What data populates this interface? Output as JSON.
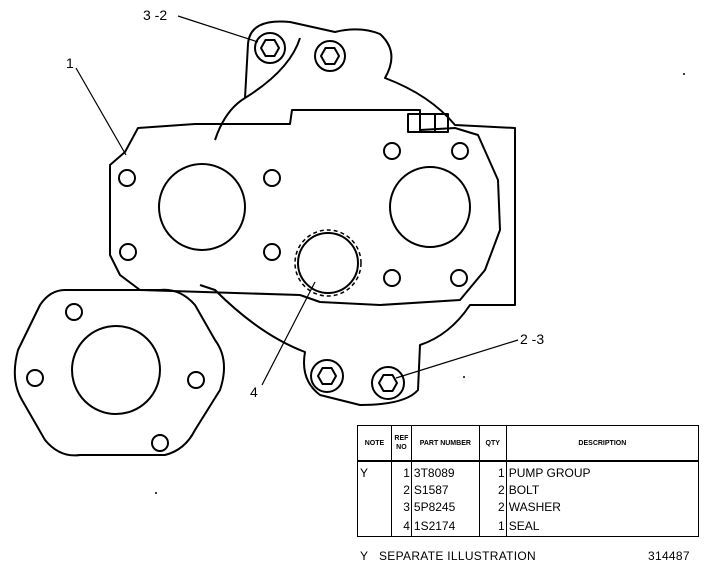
{
  "callouts": {
    "c_3_2": "3 -2",
    "c_1": "1",
    "c_2_3": "2 -3",
    "c_4": "4"
  },
  "table": {
    "headers": {
      "note": "NOTE",
      "ref_no": "REF NO",
      "part_number": "PART NUMBER",
      "qty": "QTY",
      "description": "DESCRIPTION"
    },
    "rows": [
      {
        "note": "Y",
        "ref": "1",
        "part": "3T8089",
        "qty": "1",
        "desc": "PUMP GROUP"
      },
      {
        "note": "",
        "ref": "2",
        "part": "S1587",
        "qty": "2",
        "desc": "BOLT"
      },
      {
        "note": "",
        "ref": "3",
        "part": "5P8245",
        "qty": "2",
        "desc": "WASHER"
      },
      {
        "note": "",
        "ref": "4",
        "part": "1S2174",
        "qty": "1",
        "desc": "SEAL"
      }
    ]
  },
  "footer": {
    "note": "Y   SEPARATE ILLUSTRATION",
    "number": "314487"
  }
}
